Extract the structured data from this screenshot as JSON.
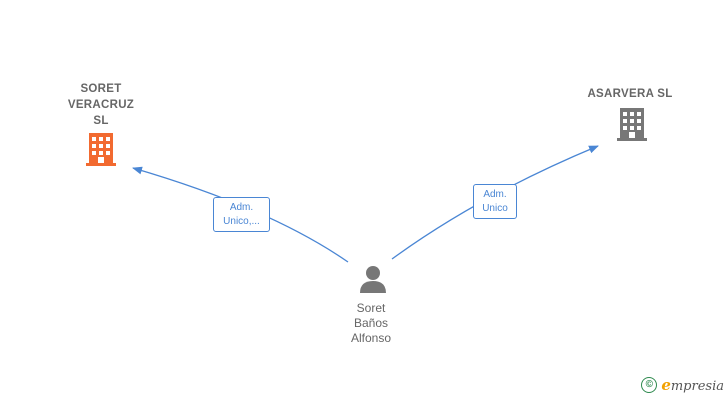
{
  "nodes": {
    "company_1": {
      "name_lines": [
        "SORET",
        "VERACRUZ",
        "SL"
      ],
      "color": "#f26a30",
      "icon": "building-icon"
    },
    "company_2": {
      "name_lines": [
        "ASARVERA SL"
      ],
      "color": "#777777",
      "icon": "building-icon"
    },
    "person": {
      "name_lines": [
        "Soret",
        "Baños",
        "Alfonso"
      ],
      "color": "#777777",
      "icon": "person-icon"
    }
  },
  "edges": [
    {
      "from": "person",
      "to": "company_1",
      "label_lines": [
        "Adm.",
        "Unico,..."
      ]
    },
    {
      "from": "person",
      "to": "company_2",
      "label_lines": [
        "Adm.",
        "Unico"
      ]
    }
  ],
  "colors": {
    "edge": "#4a86d4",
    "brand_accent": "#f2a100",
    "brand_copyright": "#2f8a4f"
  },
  "brand": {
    "symbol": "©",
    "first_letter": "e",
    "rest": "mpresia"
  }
}
